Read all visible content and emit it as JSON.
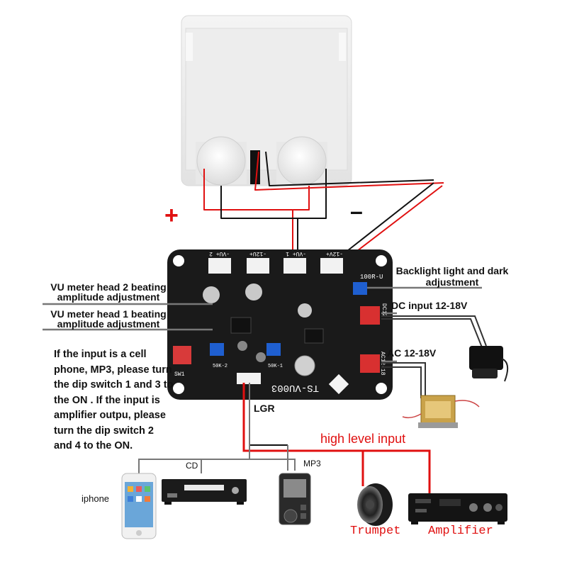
{
  "labels": {
    "plus_sign": "+",
    "minus_sign": "–",
    "backlight": "Backlight light and dark adjustment",
    "vu2": "VU meter head 2 beating amplitude adjustment",
    "vu1": "VU meter head 1 beating amplitude adjustment",
    "dc_input": "DC input 12-18V",
    "ac_input": "AC 12-18V",
    "lgr": "LGR",
    "high_level_input": "high level input",
    "cd": "CD",
    "mp3": "MP3",
    "iphone": "iphone",
    "trumpet": "Trumpet",
    "amplifier": "Amplifier",
    "dip_note": "If the input is a cell phone, MP3, please turn the dip switch 1 and 3 to the ON . If the input is amplifier outpu, please turn the dip switch 2 and 4 to the ON."
  },
  "board": {
    "model": "TS-VU003",
    "connector_labels": [
      "-VU+ 2",
      "-12U+",
      "-VU+ 1",
      "-12V+"
    ],
    "pot_label": "100R-U",
    "dc_label": "DC12",
    "ac_label": "AC12-18",
    "switch_label": "SW1",
    "pot2_label": "50K-2",
    "pot1_label": "50K-1"
  },
  "colors": {
    "wire_red": "#e01010",
    "wire_black": "#111111",
    "board": "#1a1a1a",
    "accent_red": "#e01010"
  }
}
